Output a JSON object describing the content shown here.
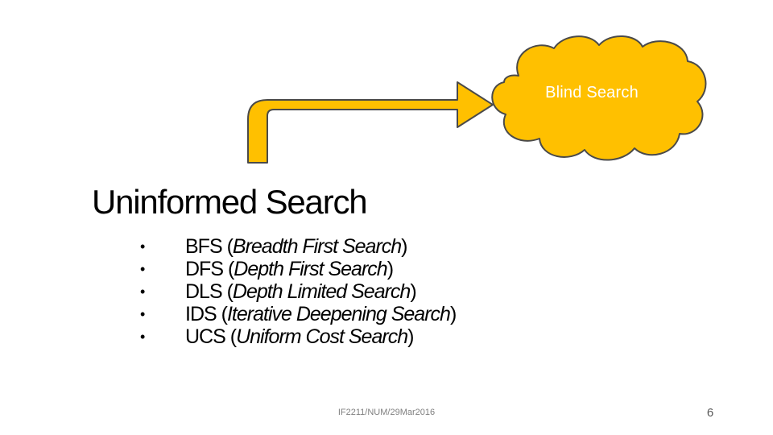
{
  "slide": {
    "cloud_label": "Blind Search",
    "title": "Uninformed Search",
    "bullets": [
      {
        "abbr": "BFS",
        "full": "Breadth First Search"
      },
      {
        "abbr": "DFS",
        "full": "Depth First Search"
      },
      {
        "abbr": "DLS",
        "full": "Depth Limited Search"
      },
      {
        "abbr": "IDS",
        "full": "Iterative Deepening Search"
      },
      {
        "abbr": "UCS",
        "full": "Uniform Cost Search"
      }
    ],
    "bullet_symbol": "•",
    "footer": "IF2211/NUM/29Mar2016",
    "page_number": "6"
  },
  "colors": {
    "shape_fill": "#FFC000",
    "shape_outline": "#4a4a4a",
    "background": "#ffffff"
  }
}
